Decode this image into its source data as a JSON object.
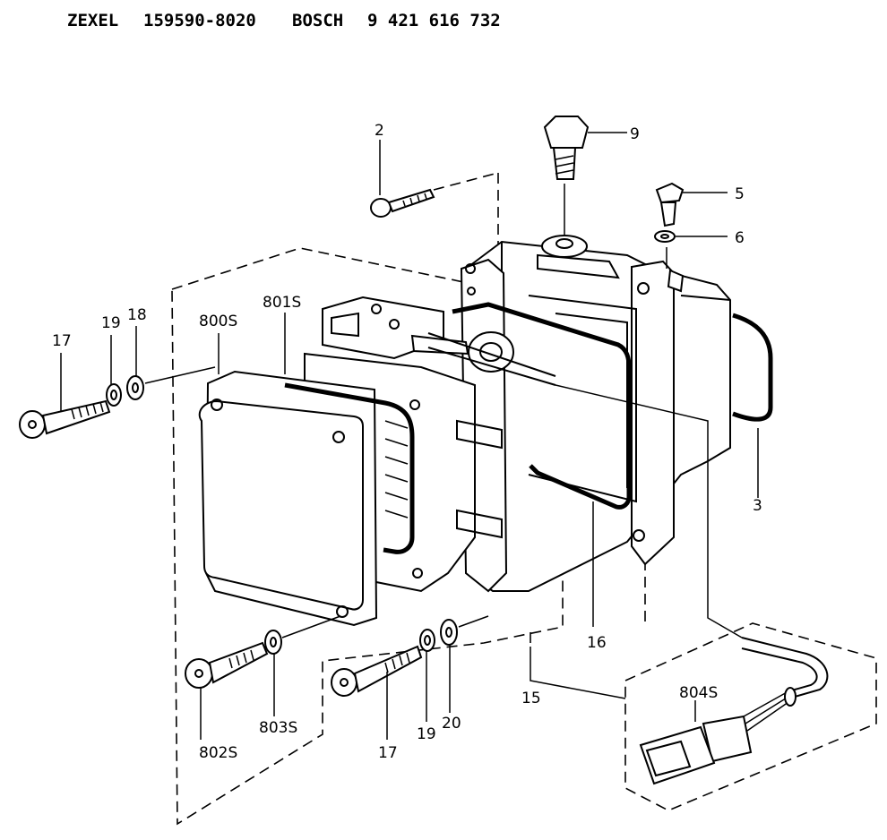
{
  "header": {
    "brand": "ZEXEL",
    "zexel_number": "159590-8020",
    "maker": "BOSCH",
    "bosch_number": "9 421 616 732"
  },
  "callouts": {
    "p2": "2",
    "p9": "9",
    "p5": "5",
    "p6": "6",
    "p3": "3",
    "p16": "16",
    "p15": "15",
    "p17_top": "17",
    "p19_top": "19",
    "p18": "18",
    "p800s": "800S",
    "p801s": "801S",
    "p802s": "802S",
    "p803s": "803S",
    "p17_bottom": "17",
    "p19_bottom": "19",
    "p20": "20",
    "p804s": "804S"
  }
}
